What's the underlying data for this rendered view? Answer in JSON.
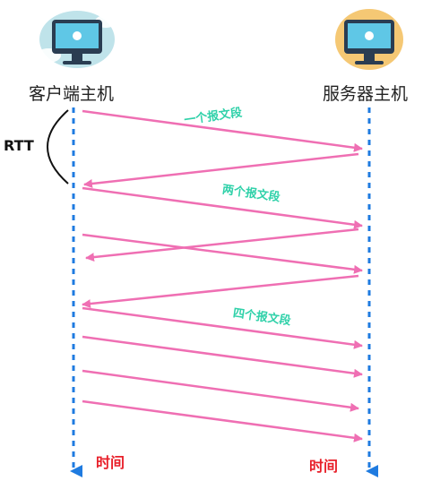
{
  "hosts": {
    "client": {
      "label": "客户端主机"
    },
    "server": {
      "label": "服务器主机"
    }
  },
  "rtt_label": "RTT",
  "time_labels": {
    "client": "时间",
    "server": "时间"
  },
  "segment_labels": [
    "一个报文段",
    "两个报文段",
    "四个报文段"
  ],
  "colors": {
    "timeline": "#1f7be0",
    "arrow": "#ef6fb3",
    "segment_text": "#2fd1a9",
    "time_text": "#e8202a",
    "client_blob": "#bfe3ea",
    "server_blob": "#f5c874",
    "monitor_frame": "#2a3d52",
    "monitor_screen": "#5fc7e6"
  },
  "icons": {
    "client": "computer-monitor-icon",
    "server": "computer-monitor-icon"
  }
}
